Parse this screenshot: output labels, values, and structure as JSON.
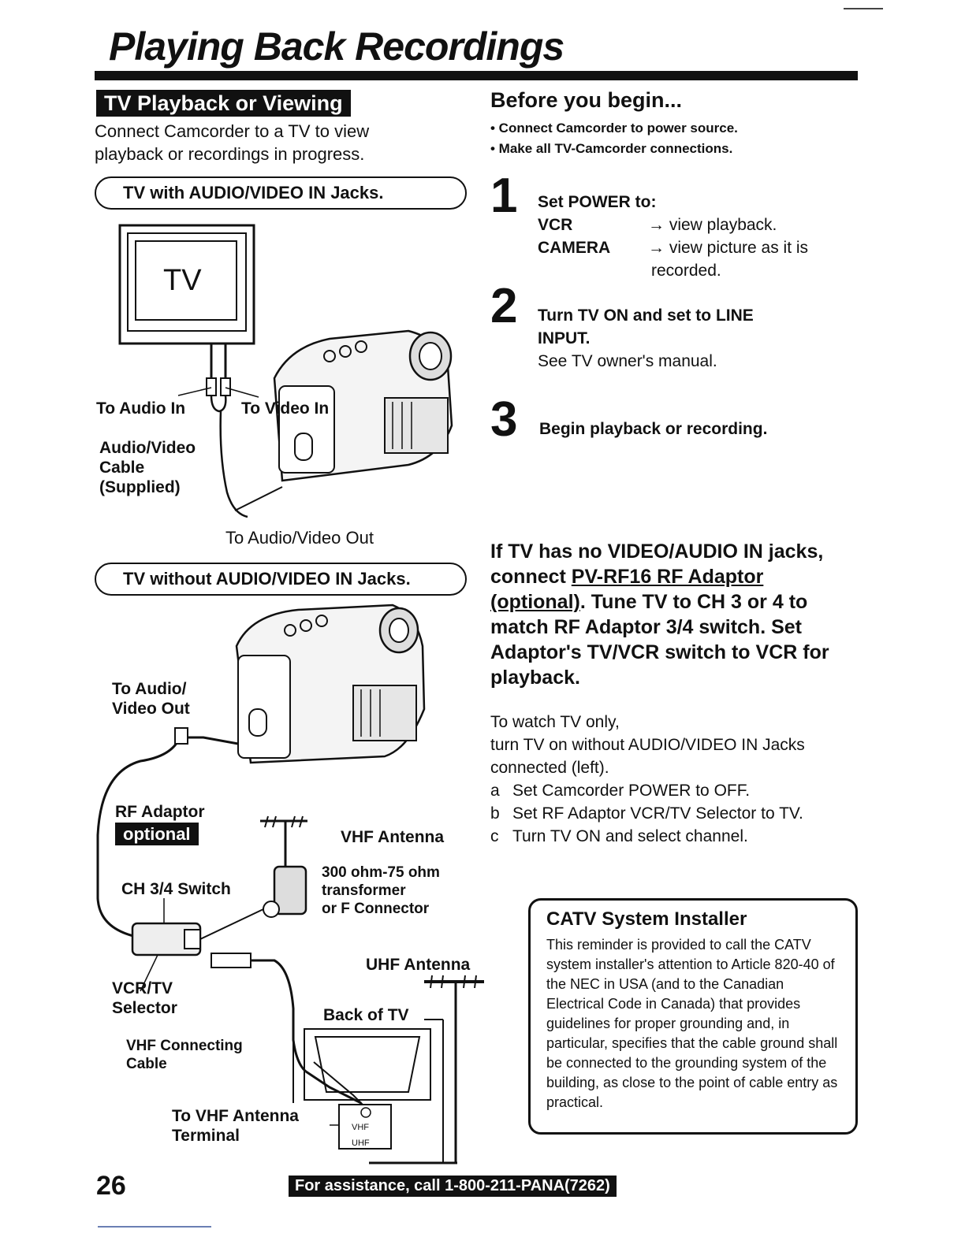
{
  "page": {
    "title": "Playing Back Recordings",
    "page_number": "26",
    "assistance": "For assistance, call 1-800-211-PANA(7262)"
  },
  "left": {
    "section_label": "TV Playback or Viewing",
    "intro": "Connect Camcorder to a TV to view playback or recordings in progress.",
    "pill_with": "TV with AUDIO/VIDEO IN Jacks.",
    "pill_without": "TV without AUDIO/VIDEO IN Jacks.",
    "diagram1": {
      "tv_label": "TV",
      "to_audio_in": "To Audio In",
      "to_video_in": "To Video In",
      "cable": "Audio/Video\nCable\n(Supplied)",
      "to_av_out": "To Audio/Video Out"
    },
    "diagram2": {
      "to_av_out": "To Audio/\nVideo Out",
      "rf_adaptor": "RF Adaptor",
      "optional": "optional",
      "vhf_antenna": "VHF Antenna",
      "transformer": "300 ohm-75 ohm\ntransformer\nor F Connector",
      "ch_switch": "CH 3/4 Switch",
      "uhf_antenna": "UHF Antenna",
      "vcr_tv_selector": "VCR/TV\nSelector",
      "back_of_tv": "Back of TV",
      "vhf_cable": "VHF Connecting\nCable",
      "to_vhf_terminal": "To VHF Antenna\nTerminal",
      "vhf_tag": "VHF",
      "uhf_tag": "UHF"
    }
  },
  "right": {
    "before_title": "Before you begin...",
    "bullets": [
      "• Connect Camcorder to power source.",
      "• Make all TV-Camcorder connections."
    ],
    "steps": [
      {
        "num": "1",
        "line1": "Set POWER to:",
        "vcr_key": "VCR",
        "vcr_val": "→ view playback.",
        "cam_key": "CAMERA",
        "cam_val": "→ view picture as it is",
        "cam_val2": "recorded."
      },
      {
        "num": "2",
        "line1": "Turn TV ON and set to LINE",
        "line2": "INPUT.",
        "line3": "See TV owner's manual."
      },
      {
        "num": "3",
        "line1": "Begin playback or recording."
      }
    ],
    "rf": {
      "part1": "If TV has no VIDEO/AUDIO IN jacks, connect ",
      "link": "PV-RF16 RF Adaptor (optional)",
      "part2": ". Tune TV to CH 3 or 4 to match RF Adaptor 3/4 switch. Set Adaptor's TV/VCR switch to VCR for playback."
    },
    "watch": {
      "line1": "To watch TV only,",
      "line2": "turn TV on without AUDIO/VIDEO IN Jacks",
      "line3": "connected (left).",
      "items": [
        {
          "key": "a",
          "text": "Set Camcorder POWER to OFF."
        },
        {
          "key": "b",
          "text": "Set RF Adaptor VCR/TV Selector to TV."
        },
        {
          "key": "c",
          "text": "Turn TV ON and select channel."
        }
      ]
    },
    "catv": {
      "title": "CATV System Installer",
      "body": "This reminder is provided to call the CATV system installer's attention to Article 820-40 of the NEC in USA (and to the Canadian Electrical Code in Canada) that provides guidelines for proper grounding and, in particular, specifies that the cable ground shall be connected to the grounding system of the building, as close to the point of cable entry as practical."
    }
  }
}
